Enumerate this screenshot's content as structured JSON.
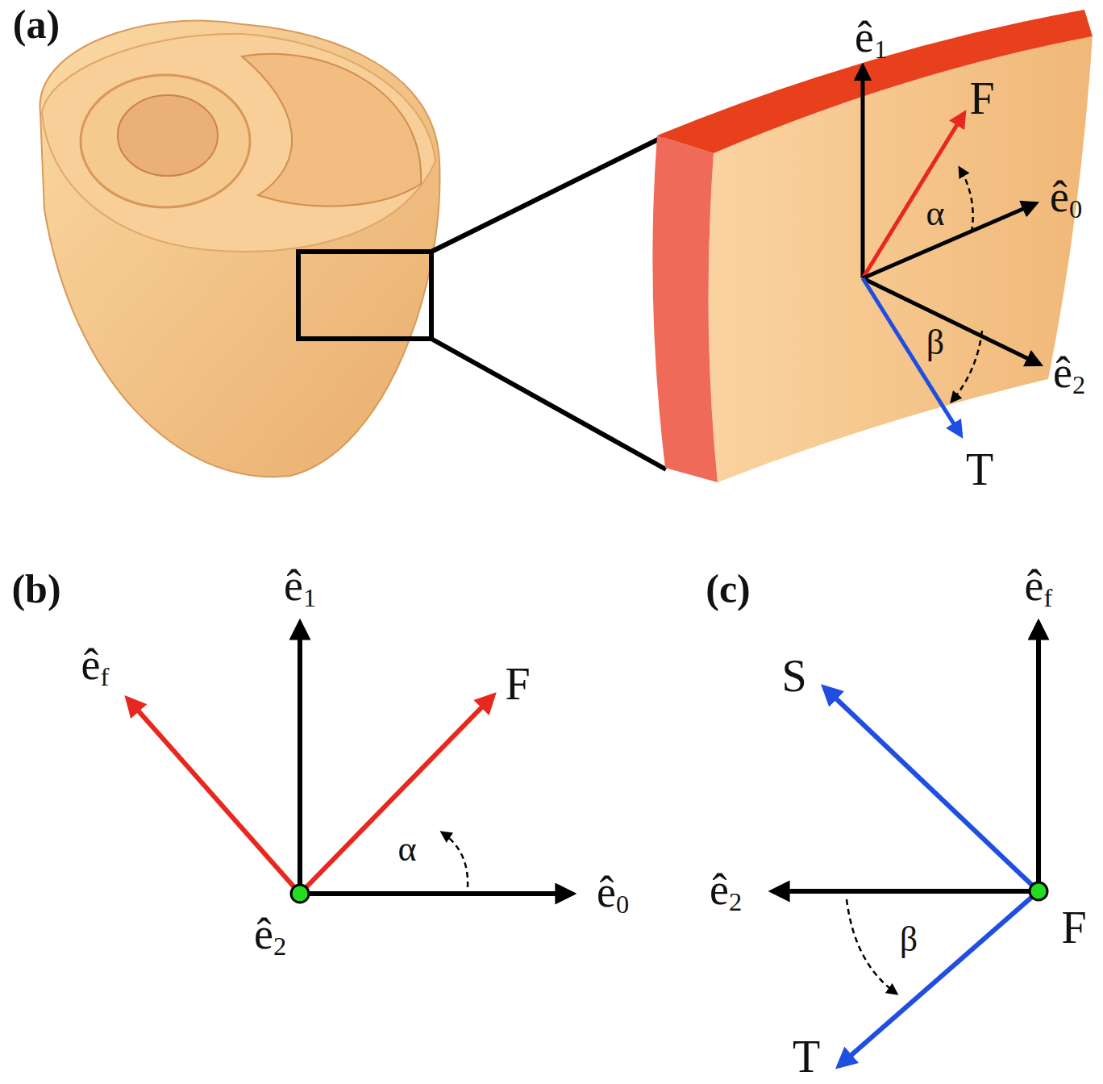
{
  "diagram": {
    "labels": [
      "(a)",
      "ê1",
      "F",
      "α",
      "ê0",
      "β",
      "ê2",
      "T",
      "(b)",
      "ê1",
      "êf",
      "F",
      "α",
      "ê0",
      "ê2",
      "(c)",
      "êf",
      "S",
      "ê2",
      "β",
      "F",
      "T"
    ]
  }
}
